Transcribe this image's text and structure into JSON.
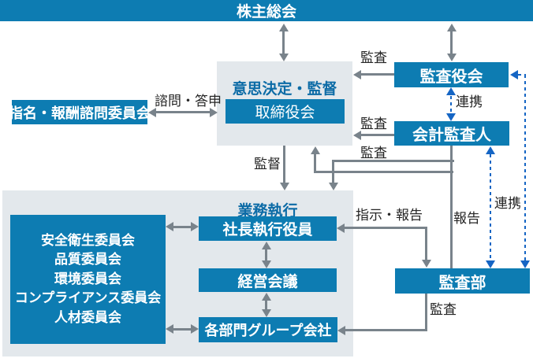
{
  "nodes": {
    "shareholders": "株主総会",
    "decision_section": "意思決定・監督",
    "board": "取締役会",
    "nomination_committee": "指名・報酬諮問委員会",
    "audit_board": "監査役会",
    "accounting_auditor": "会計監査人",
    "audit_dept": "監査部",
    "execution_section": "業務執行",
    "president": "社長執行役員",
    "management_council": "経営会議",
    "group_companies": "各部門グループ会社",
    "committees": [
      "安全衛生委員会",
      "品質委員会",
      "環境委員会",
      "コンプライアンス委員会",
      "人材委員会"
    ]
  },
  "edge_labels": {
    "shimon_toshin": "諮問・答申",
    "kansa_yakukai": "監査",
    "kansa_kaikei": "監査",
    "kansa_exec": "監査",
    "kansa_dept": "監査",
    "kantoku": "監督",
    "renkei_upper": "連携",
    "renkei_lower": "連携",
    "shiji_hokoku": "指示・報告",
    "hokoku": "報告"
  },
  "colors": {
    "box_blue": "#0d7cb2",
    "section_label_blue": "#0c6ba6",
    "panel_gray": "#e3e8ec",
    "arrow_gray": "#79838b",
    "dashed_blue": "#1565c4"
  }
}
